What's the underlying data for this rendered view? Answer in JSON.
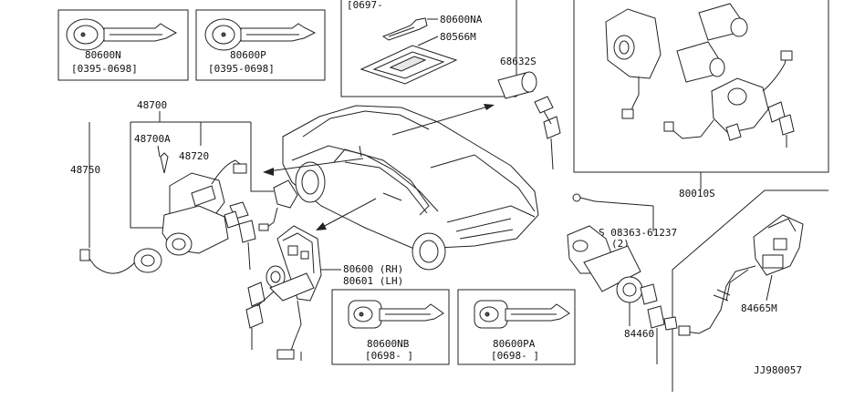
{
  "labels": {
    "p_80600N": "80600N",
    "d_80600N": "[0395-0698]",
    "p_80600P": "80600P",
    "d_80600P": "[0395-0698]",
    "d_top": "[0697-",
    "p_80600NA": "80600NA",
    "p_80566M": "80566M",
    "p_68632S": "68632S",
    "p_48700": "48700",
    "p_48700A": "48700A",
    "p_48720": "48720",
    "p_48750": "48750",
    "p_80010S": "80010S",
    "p_08363": "S 08363-61237",
    "q_08363": "(2)",
    "p_80600": "80600 (RH)",
    "p_80601": "80601 (LH)",
    "p_80600NB": "80600NB",
    "d_80600NB": "[0698-  ]",
    "p_80600PA": "80600PA",
    "d_80600PA": "[0698-  ]",
    "p_84460": "84460",
    "p_84665M": "84665M",
    "diagram_id": "JJ980057"
  }
}
